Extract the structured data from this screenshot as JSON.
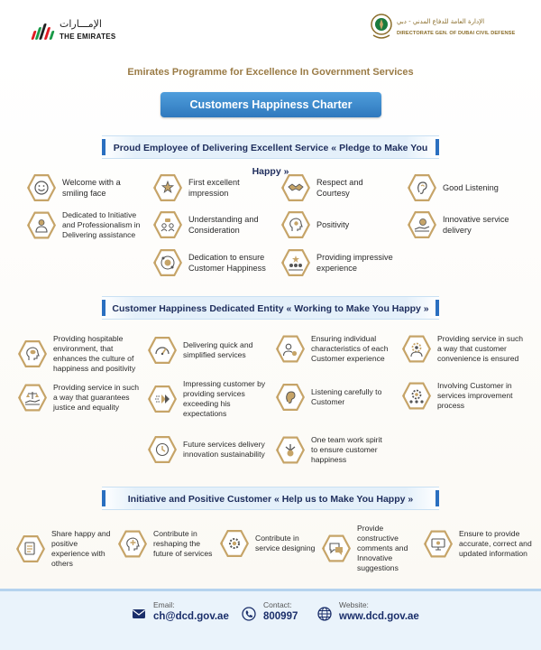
{
  "header": {
    "left_logo_arabic": "الإمـــارات",
    "left_logo_english": "THE EMIRATES",
    "right_logo_arabic": "الإدارة العامة للدفاع المدني - دبي",
    "right_logo_english": "DIRECTORATE GEN. OF DUBAI CIVIL DEFENSE"
  },
  "programme_title": "Emirates Programme for Excellence In Government Services",
  "charter_title": "Customers Happiness Charter",
  "sections": [
    {
      "heading": "Proud Employee of Delivering Excellent Service « Pledge to Make You Happy »",
      "items": [
        {
          "label": "Welcome with a smiling face",
          "icon": "smile-icon"
        },
        {
          "label": "First excellent impression",
          "icon": "star-hand-icon"
        },
        {
          "label": "Respect and Courtesy",
          "icon": "handshake-icon"
        },
        {
          "label": "Good Listening",
          "icon": "ear-icon"
        },
        {
          "label": "Dedicated to Initiative and Professionalism in Delivering assistance",
          "icon": "professional-icon"
        },
        {
          "label": "Understanding and Consideration",
          "icon": "people-talk-icon"
        },
        {
          "label": "Positivity",
          "icon": "positive-head-icon"
        },
        {
          "label": "Innovative service delivery",
          "icon": "bulb-hand-icon"
        },
        {
          "label": "Dedication to ensure Customer Happiness",
          "icon": "happy-faces-icon"
        },
        {
          "label": "Providing impressive experience",
          "icon": "stars-group-icon"
        }
      ]
    },
    {
      "heading": "Customer Happiness Dedicated Entity « Working to Make You Happy »",
      "items": [
        {
          "label": "Providing hospitable environment, that enhances the culture of happiness and positivity",
          "icon": "brain-head-icon"
        },
        {
          "label": "Delivering quick and simplified services",
          "icon": "speed-icon"
        },
        {
          "label": "Ensuring individual characteristics of each Customer experience",
          "icon": "person-settings-icon"
        },
        {
          "label": "Providing service in such a way that customer convenience is ensured",
          "icon": "person-gear-icon"
        },
        {
          "label": "Providing service in such a way that guarantees justice and equality",
          "icon": "justice-hand-icon"
        },
        {
          "label": "Impressing customer by providing services exceeding his expectations",
          "icon": "fast-forward-icon"
        },
        {
          "label": "Listening carefully to Customer",
          "icon": "ear-listen-icon"
        },
        {
          "label": "Involving Customer in services improvement process",
          "icon": "gear-people-icon"
        },
        {
          "label": "Future services delivery innovation sustainability",
          "icon": "future-icon"
        },
        {
          "label": "One team work spirit to ensure customer happiness",
          "icon": "team-hands-icon"
        }
      ]
    },
    {
      "heading": "Initiative and Positive Customer « Help us to Make You Happy »",
      "items": [
        {
          "label": "Share happy and positive experience with others",
          "icon": "share-doc-icon"
        },
        {
          "label": "Contribute in reshaping the future of services",
          "icon": "idea-head-icon"
        },
        {
          "label": "Contribute in service designing",
          "icon": "design-gear-icon"
        },
        {
          "label": "Provide constructive comments and Innovative suggestions",
          "icon": "comments-icon"
        },
        {
          "label": "Ensure to provide accurate, correct and updated information",
          "icon": "info-screen-icon"
        }
      ]
    }
  ],
  "footer": {
    "email_label": "Email:",
    "email_value": "ch@dcd.gov.ae",
    "contact_label": "Contact:",
    "contact_value": "800997",
    "website_label": "Website:",
    "website_value": "www.dcd.gov.ae"
  },
  "colors": {
    "gold": "#c6a468",
    "blue_button": "#3a88cc",
    "navy_text": "#1e2d5c",
    "footer_bg": "#eaf3fb"
  }
}
